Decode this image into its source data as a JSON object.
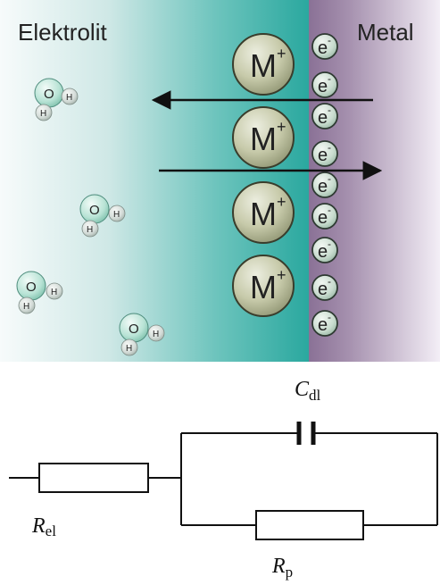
{
  "diagram": {
    "regions": {
      "electrolyte": "Elektrolit",
      "metal": "Metal"
    },
    "ion": {
      "symbol": "M",
      "charge": "+"
    },
    "electron": {
      "symbol": "e",
      "charge": "-"
    },
    "water": {
      "o": "O",
      "h": "H"
    },
    "circuit": {
      "rel": {
        "main": "R",
        "sub": "el"
      },
      "cdl": {
        "main": "C",
        "sub": "dl"
      },
      "rp": {
        "main": "R",
        "sub": "p"
      }
    }
  }
}
